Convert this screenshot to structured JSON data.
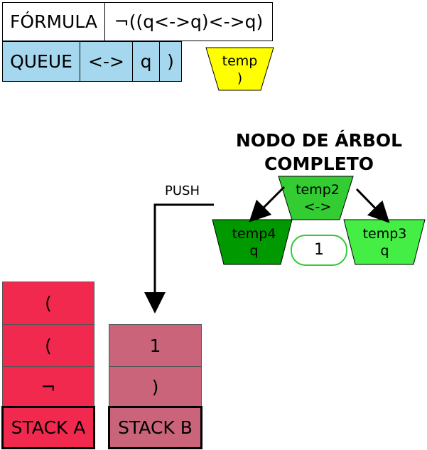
{
  "formula": {
    "label": "FÓRMULA",
    "value": "¬((q<->q)<->q)"
  },
  "queue": {
    "label": "QUEUE",
    "items": [
      "<->",
      "q",
      ")"
    ]
  },
  "temp": {
    "line1": "temp",
    "line2": ")"
  },
  "tree": {
    "title_line1": "NODO DE ÁRBOL",
    "title_line2": "COMPLETO",
    "root": {
      "name": "temp2",
      "value": "<->"
    },
    "left": {
      "name": "temp4",
      "value": "q"
    },
    "right": {
      "name": "temp3",
      "value": "q"
    },
    "middle_value": "1"
  },
  "push_label": "PUSH",
  "stack_a": {
    "label": "STACK A",
    "items": [
      "(",
      "(",
      "¬"
    ]
  },
  "stack_b": {
    "label": "STACK B",
    "items": [
      "1",
      ")"
    ]
  },
  "colors": {
    "queue": "#a5d8ef",
    "temp": "#ffff00",
    "root_node": "#33cc33",
    "left_node": "#009900",
    "right_node": "#44ee44",
    "stack_a": "#f2294f",
    "stack_b": "#c9647a"
  }
}
